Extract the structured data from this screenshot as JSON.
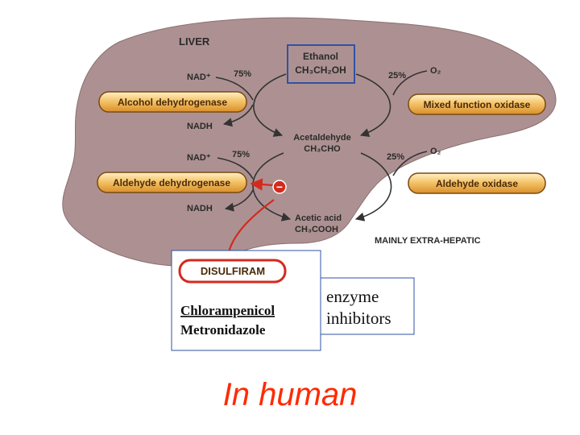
{
  "organ_label": "LIVER",
  "substrate": {
    "name": "Ethanol",
    "formula": "CH₃CH₂OH"
  },
  "intermediate": {
    "name": "Acetaldehyde",
    "formula": "CH₃CHO"
  },
  "product": {
    "name": "Acetic acid",
    "formula": "CH₃COOH"
  },
  "step1": {
    "enzyme_main": "Alcohol dehydrogenase",
    "enzyme_alt": "Mixed function oxidase",
    "pct_main": "75%",
    "pct_alt": "25%",
    "cofactor_in": "NAD⁺",
    "cofactor_out": "NADH",
    "alt_cofactor": "O₂"
  },
  "step2": {
    "enzyme_main": "Aldehyde dehydrogenase",
    "enzyme_alt": "Aldehyde oxidase",
    "pct_main": "75%",
    "pct_alt": "25%",
    "cofactor_in": "NAD⁺",
    "cofactor_out": "NADH",
    "alt_cofactor": "O₂"
  },
  "inhibition_sign": "−",
  "extrahepatic_note": "MAINLY EXTRA-HEPATIC",
  "inhibitor_drug": "DISULFIRAM",
  "other_inhibitors": [
    "Chlorampenicol",
    "Metronidazole"
  ],
  "inhibitor_class_label": [
    "enzyme",
    "inhibitors"
  ],
  "caption": "In human",
  "colors": {
    "liver_fill": "#ad9192",
    "pill_fill": "#f5c46a",
    "inhibition_red": "#d42a1e",
    "ethanol_box": "#2f52a5",
    "caption": "#ff2a00"
  }
}
